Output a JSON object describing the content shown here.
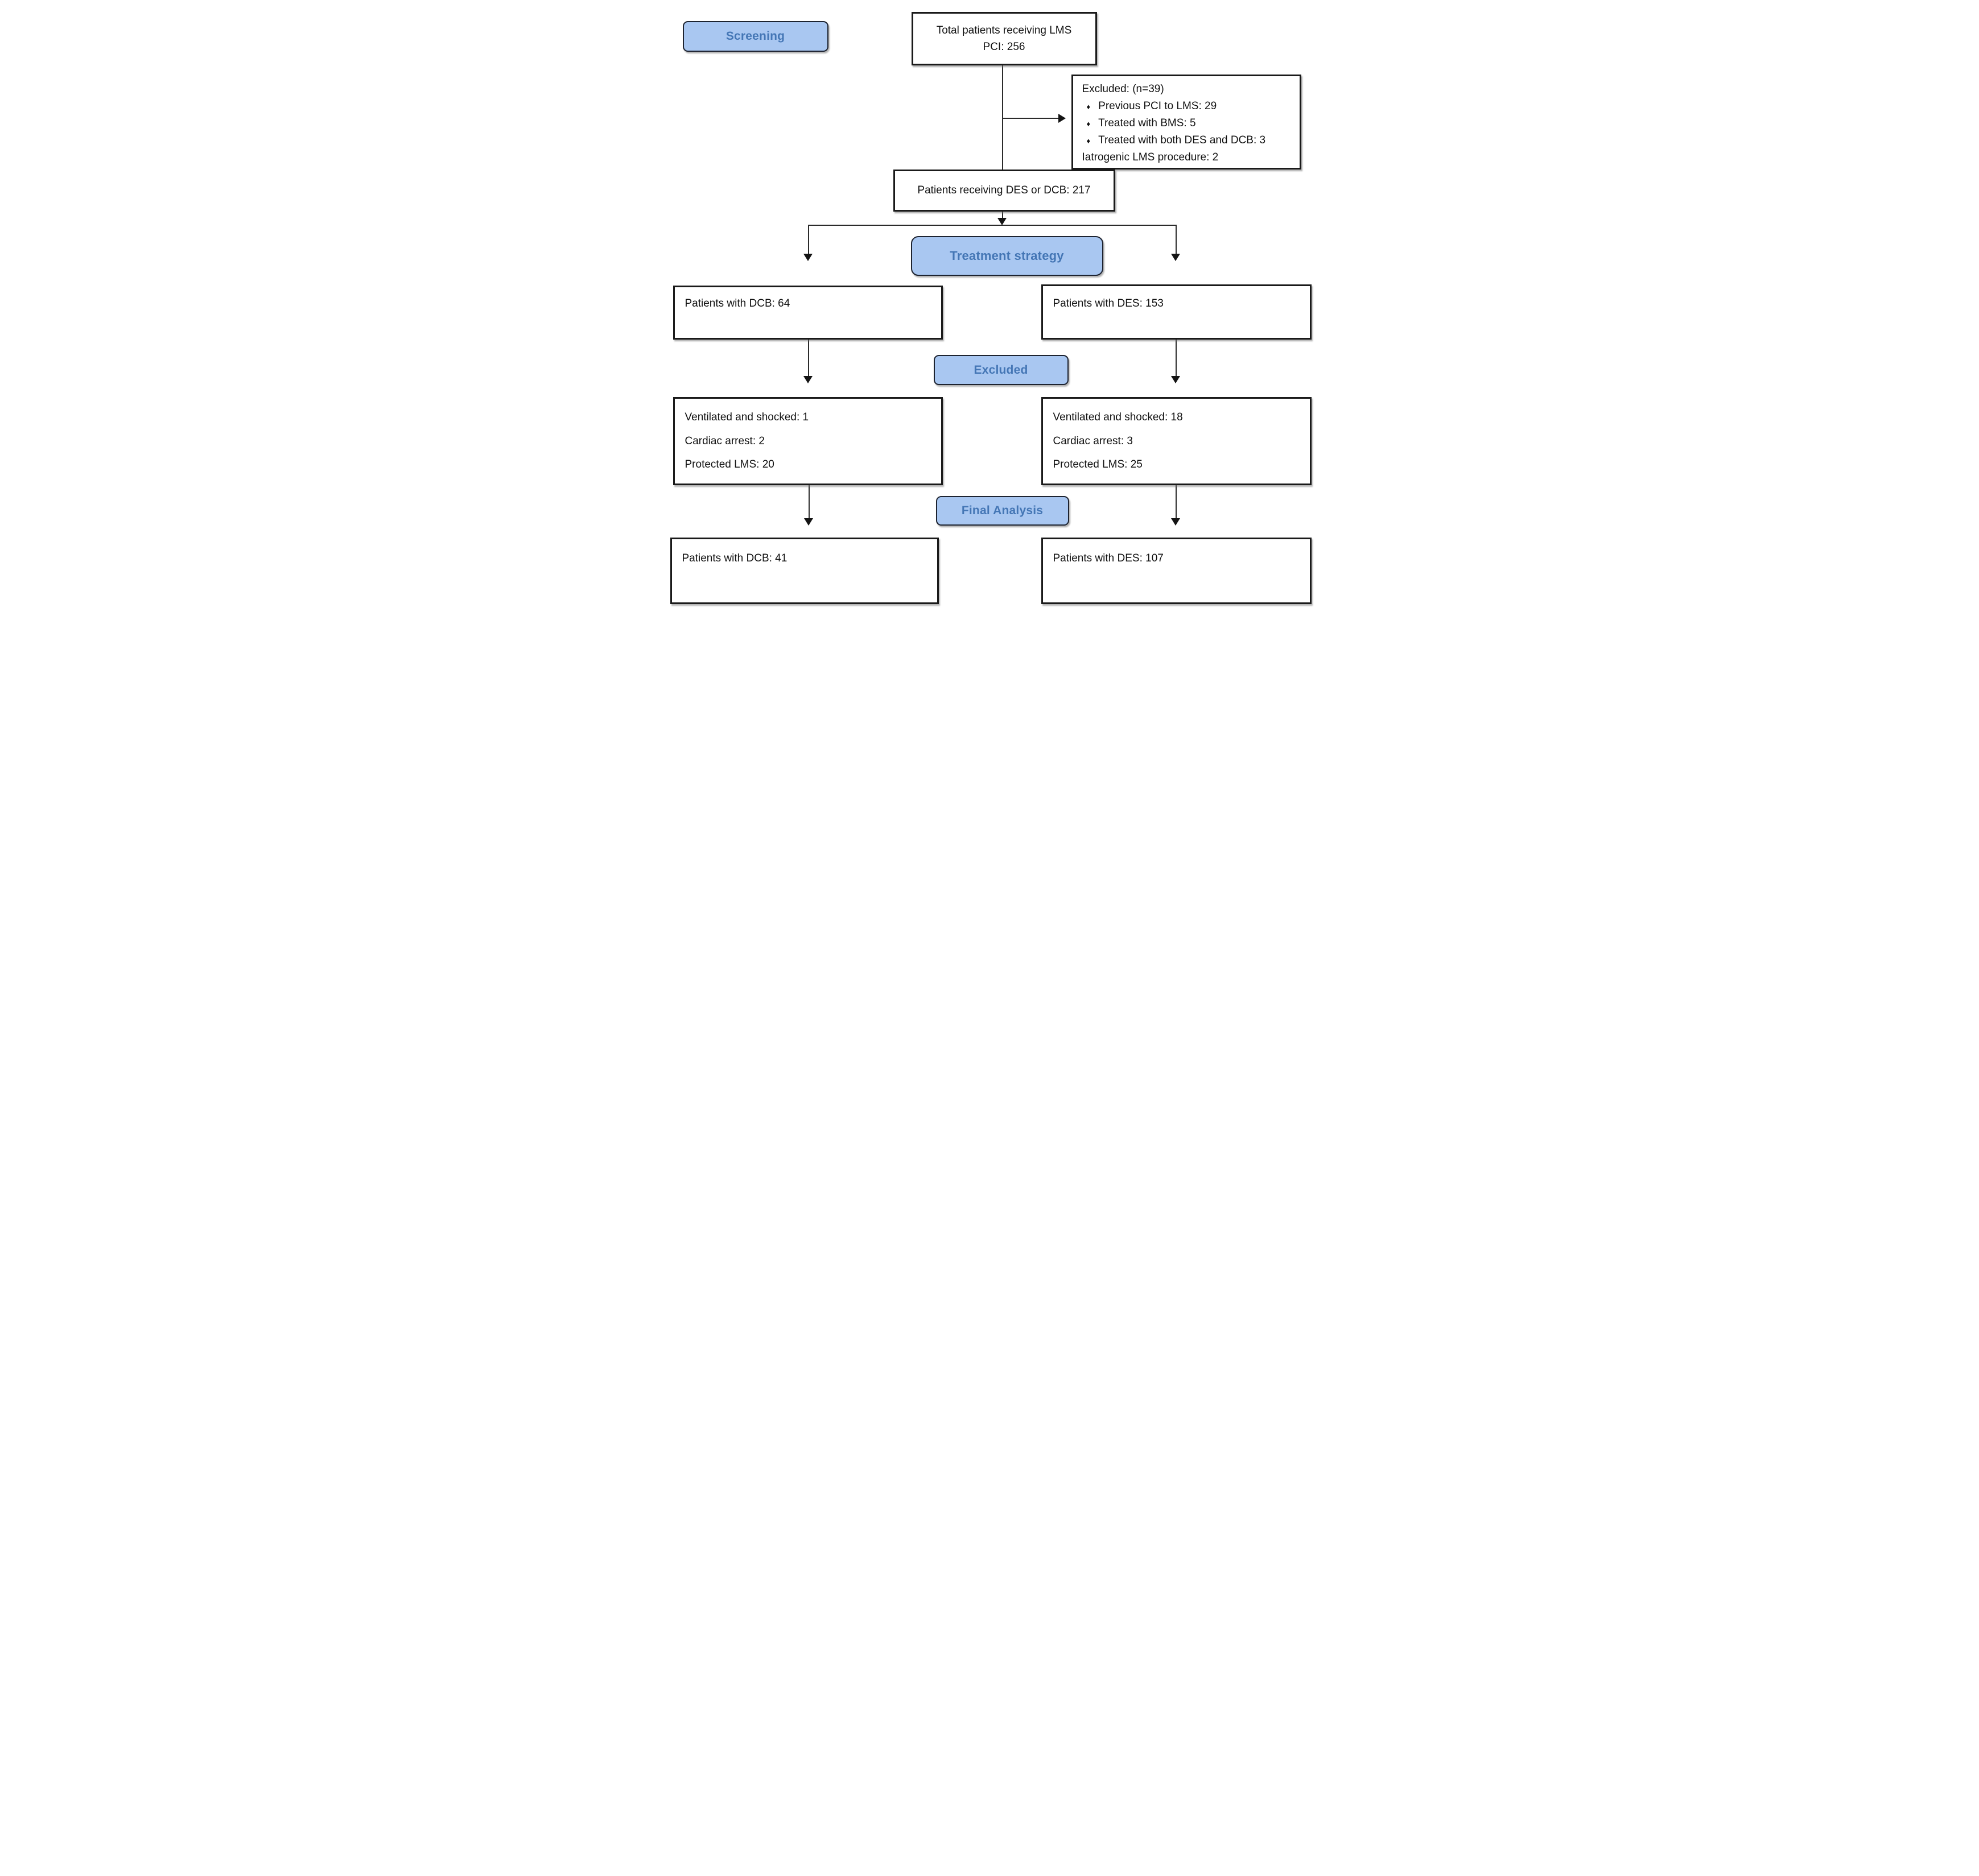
{
  "colors": {
    "label_fill": "#A9C7F1",
    "label_text": "#4476B5",
    "label_border": "#1d2330",
    "box_border": "#1a1a1a",
    "line": "#2b2b2b"
  },
  "glyphs": {
    "bullet": "♦"
  },
  "stage_labels": {
    "screening": "Screening",
    "treatment_strategy": "Treatment strategy",
    "excluded": "Excluded",
    "final_analysis": "Final Analysis"
  },
  "boxes": {
    "total_patients": {
      "line1": "Total patients receiving LMS",
      "line2": "PCI: 256"
    },
    "excluded_reasons": {
      "title": "Excluded: (n=39)",
      "bullets": [
        "Previous PCI to LMS: 29",
        "Treated with BMS: 5",
        "Treated with both DES and DCB: 3"
      ],
      "note": "Iatrogenic LMS procedure: 2"
    },
    "receiving_des_dcb": "Patients receiving DES or DCB: 217",
    "dcb_group": "Patients with DCB: 64",
    "des_group": "Patients with DES: 153",
    "dcb_excluded": [
      "Ventilated and shocked: 1",
      "Cardiac arrest: 2",
      "Protected LMS: 20"
    ],
    "des_excluded": [
      "Ventilated and shocked: 18",
      "Cardiac arrest: 3",
      "Protected LMS: 25"
    ],
    "dcb_final": "Patients with DCB: 41",
    "des_final": "Patients with DES: 107"
  }
}
